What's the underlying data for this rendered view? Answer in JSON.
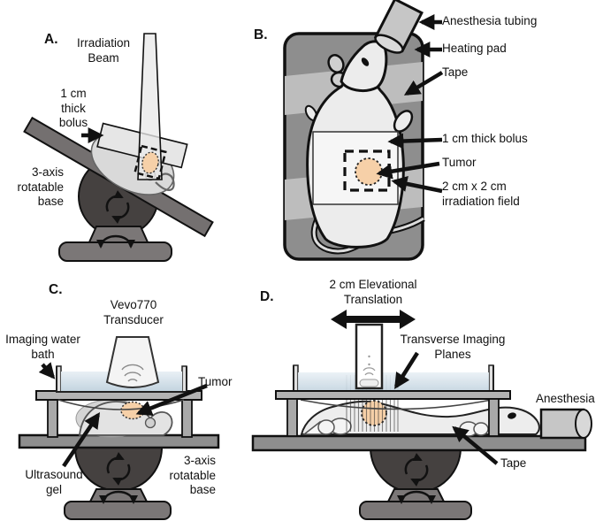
{
  "figure": {
    "panel_a": {
      "label": "A.",
      "irradiation_beam_label": "Irradiation\nBeam",
      "bolus_label": "1 cm\nthick\nbolus",
      "base_label": "3-axis\nrotatable\nbase"
    },
    "panel_b": {
      "label": "B.",
      "anesthesia_tubing_label": "Anesthesia tubing",
      "heating_pad_label": "Heating pad",
      "tape_label": "Tape",
      "bolus_label": "1 cm thick bolus",
      "tumor_label": "Tumor",
      "irradiation_field_label": "2 cm x 2 cm\nirradiation field"
    },
    "panel_c": {
      "label": "C.",
      "transducer_label": "Vevo770\nTransducer",
      "water_bath_label": "Imaging water\nbath",
      "tumor_label": "Tumor",
      "gel_label": "Ultrasound\ngel",
      "base_label": "3-axis\nrotatable\nbase"
    },
    "panel_d": {
      "label": "D.",
      "translation_label": "2 cm Elevational\nTranslation",
      "imaging_planes_label": "Transverse Imaging\nPlanes",
      "anesthesia_label": "Anesthesia",
      "tape_label": "Tape"
    },
    "colors": {
      "tumor_fill": "#f6d0a8",
      "water_fill": "#cdd9e2",
      "heating_pad": "#8e8e8e",
      "tape_band": "#bdbdbd",
      "platform_gray": "#8e8e8e",
      "tilt_bar_gray": "#747070",
      "ball_dark": "#454140",
      "pedestal_gray": "#7b7777",
      "beam_light": "#e6e6e6"
    }
  }
}
